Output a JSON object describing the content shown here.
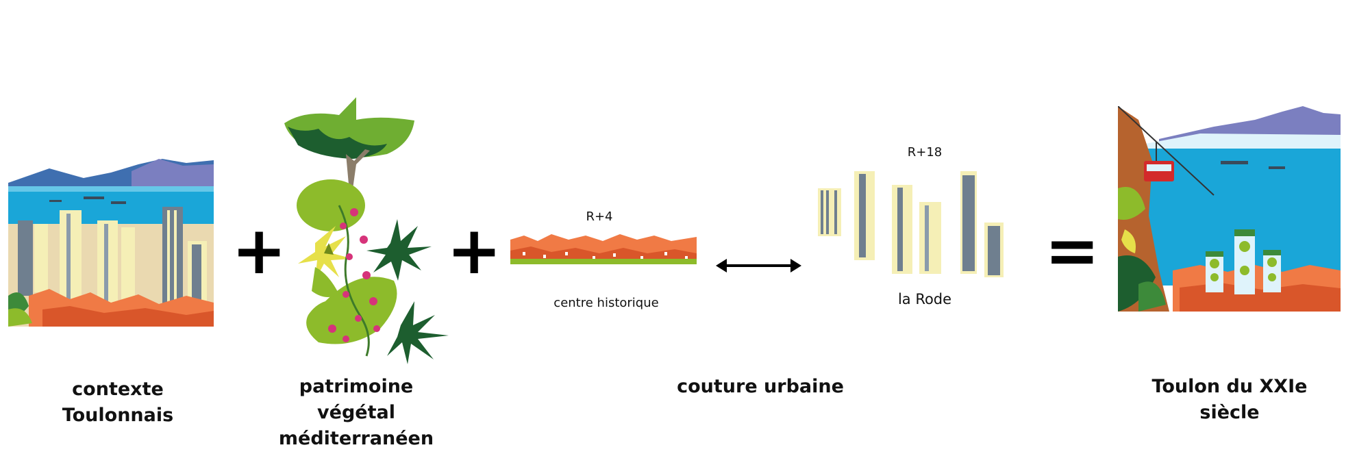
{
  "panels": {
    "context": {
      "caption_lines": [
        "contexte",
        "Toulonnais"
      ]
    },
    "vegetal": {
      "caption_lines": [
        "patrimoine",
        "végétal",
        "méditerranéen"
      ]
    },
    "seam": {
      "caption": "couture urbaine",
      "historic_height": "R+4",
      "historic_name": "centre historique",
      "rode_height": "R+18",
      "rode_name": "la Rode"
    },
    "result": {
      "caption_lines": [
        "Toulon du XXIe",
        "siècle"
      ]
    }
  },
  "operators": {
    "plus": "+",
    "equals": "="
  },
  "icons": [
    "plus-icon",
    "equals-icon",
    "double-arrow-icon"
  ],
  "colors": {
    "sea": "#1aa6d8",
    "sky": "#dff3fb",
    "roof": "#f07a45",
    "tower_cream": "#f5efb6",
    "tower_grey": "#6f7f8f",
    "leaf_green": "#8dbb2b",
    "dark_green": "#1d5e2f",
    "flower_pink": "#d6337a",
    "cable_car_red": "#d32a2a"
  }
}
